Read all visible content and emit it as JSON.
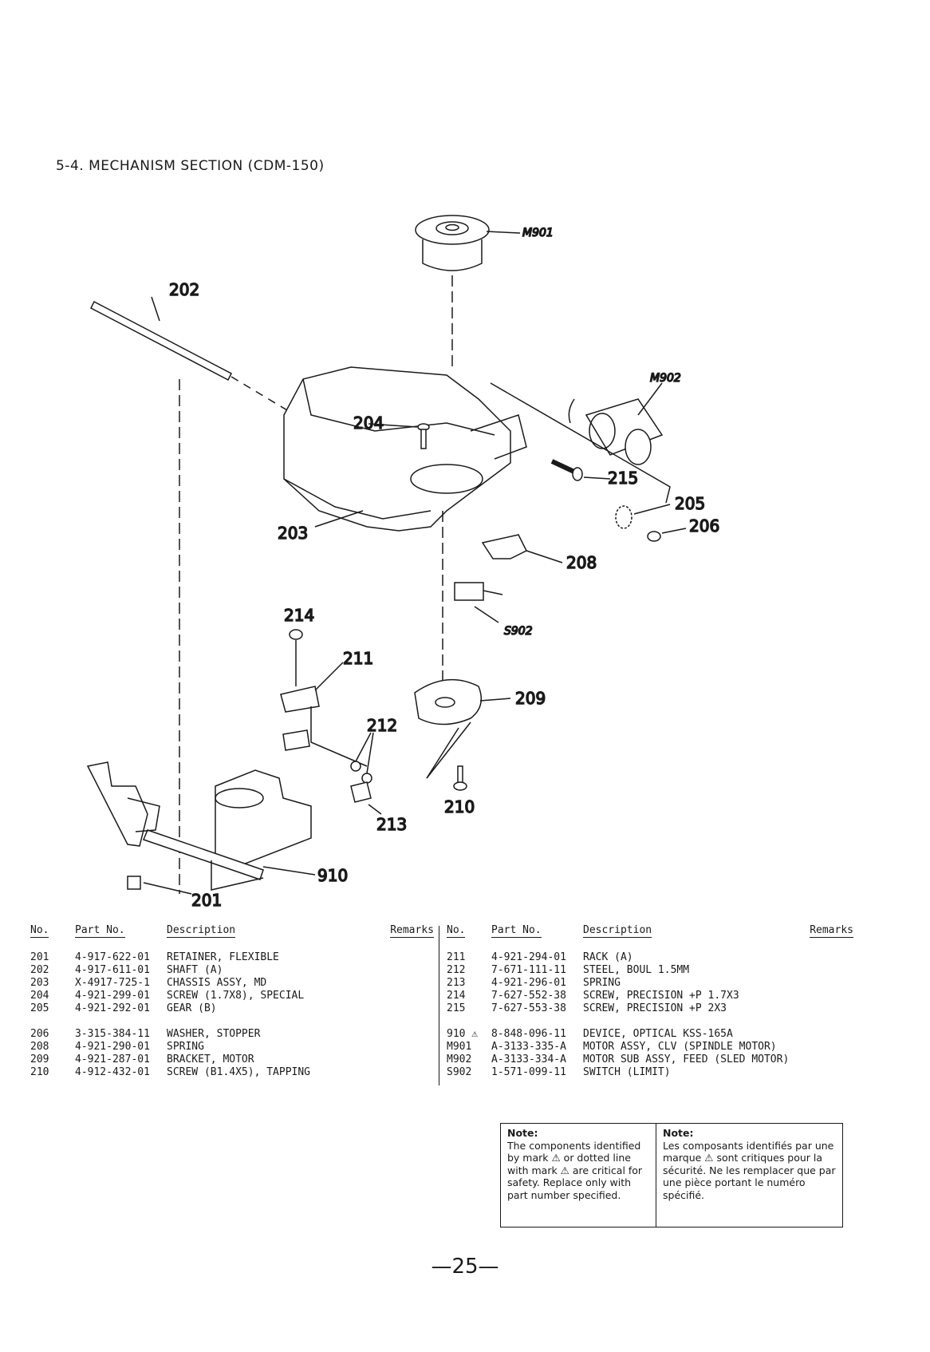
{
  "section_title": "5-4.  MECHANISM SECTION (CDM-150)",
  "callouts": {
    "m901": "M901",
    "m902": "M902",
    "s902": "S902",
    "c202": "202",
    "c204": "204",
    "c203": "203",
    "c215": "215",
    "c205": "205",
    "c206": "206",
    "c208": "208",
    "c214": "214",
    "c211": "211",
    "c209": "209",
    "c212": "212",
    "c210": "210",
    "c213": "213",
    "c910": "910",
    "c201": "201"
  },
  "table_headers": {
    "no": "No.",
    "part_no": "Part No.",
    "description": "Description",
    "remarks": "Remarks"
  },
  "parts_left": [
    {
      "no": "201",
      "part": "4-917-622-01",
      "desc": "RETAINER, FLEXIBLE"
    },
    {
      "no": "202",
      "part": "4-917-611-01",
      "desc": "SHAFT (A)"
    },
    {
      "no": "203",
      "part": "X-4917-725-1",
      "desc": "CHASSIS ASSY, MD"
    },
    {
      "no": "204",
      "part": "4-921-299-01",
      "desc": "SCREW (1.7X8), SPECIAL"
    },
    {
      "no": "205",
      "part": "4-921-292-01",
      "desc": "GEAR (B)"
    },
    {
      "no": "206",
      "part": "3-315-384-11",
      "desc": "WASHER, STOPPER"
    },
    {
      "no": "208",
      "part": "4-921-290-01",
      "desc": "SPRING"
    },
    {
      "no": "209",
      "part": "4-921-287-01",
      "desc": "BRACKET, MOTOR"
    },
    {
      "no": "210",
      "part": "4-912-432-01",
      "desc": "SCREW (B1.4X5), TAPPING"
    }
  ],
  "parts_right": [
    {
      "no": "211",
      "part": "4-921-294-01",
      "desc": "RACK (A)"
    },
    {
      "no": "212",
      "part": "7-671-111-11",
      "desc": "STEEL, BOUL 1.5MM"
    },
    {
      "no": "213",
      "part": "4-921-296-01",
      "desc": "SPRING"
    },
    {
      "no": "214",
      "part": "7-627-552-38",
      "desc": "SCREW, PRECISION +P 1.7X3"
    },
    {
      "no": "215",
      "part": "7-627-553-38",
      "desc": "SCREW, PRECISION +P 2X3"
    },
    {
      "no": "910 ⚠",
      "part": "8-848-096-11",
      "desc": "DEVICE, OPTICAL KSS-165A"
    },
    {
      "no": "M901",
      "part": "A-3133-335-A",
      "desc": "MOTOR ASSY, CLV (SPINDLE MOTOR)"
    },
    {
      "no": "M902",
      "part": "A-3133-334-A",
      "desc": "MOTOR SUB ASSY, FEED (SLED MOTOR)"
    },
    {
      "no": "S902",
      "part": "1-571-099-11",
      "desc": "SWITCH (LIMIT)"
    }
  ],
  "note_en": {
    "heading": "Note:",
    "body": "The components identified by mark ⚠ or dotted line with mark ⚠ are critical for safety. Replace only with part number specified."
  },
  "note_fr": {
    "heading": "Note:",
    "body": "Les composants identifiés par une marque ⚠ sont critiques pour la sécurité. Ne les remplacer que par une pièce portant le numéro spécifié."
  },
  "page_number": "—25—"
}
